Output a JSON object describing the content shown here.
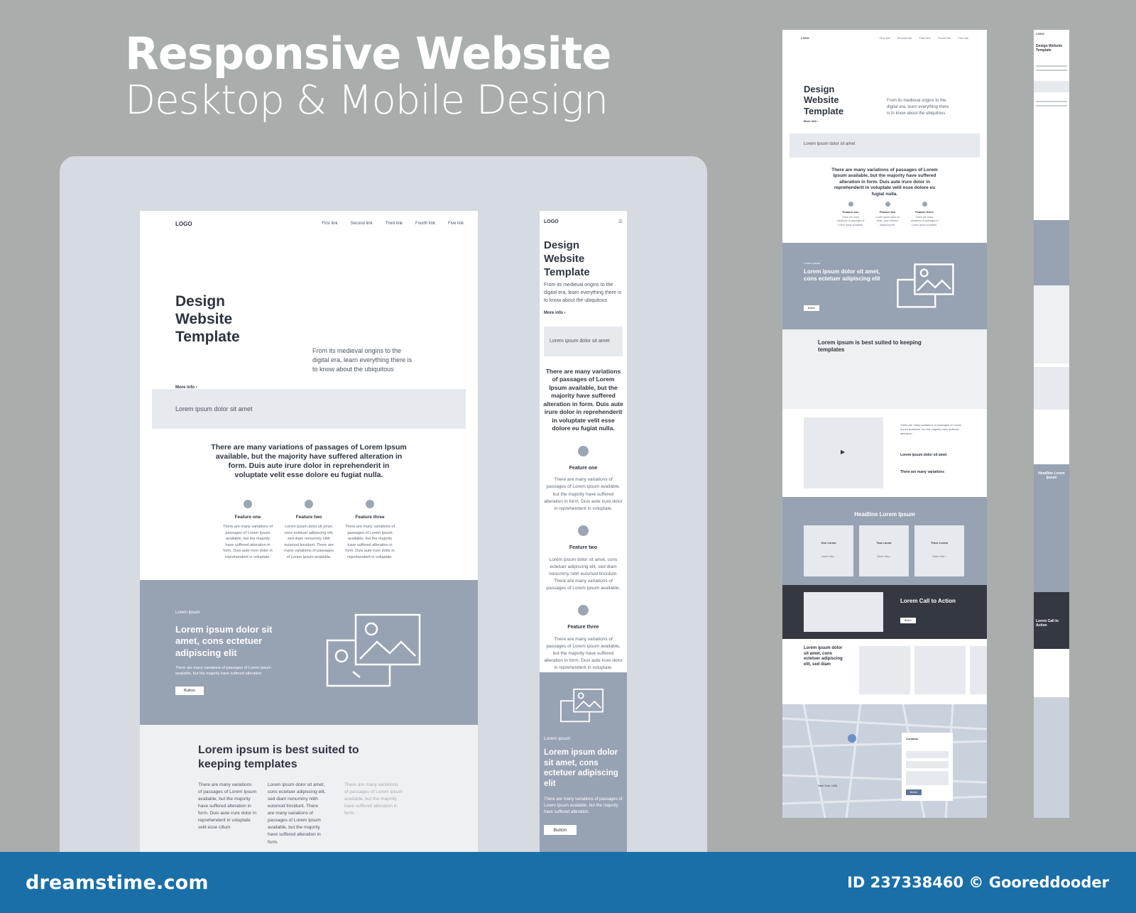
{
  "headline": {
    "title": "Responsive Website",
    "subtitle": "Desktop & Mobile Design"
  },
  "desktop": {
    "logo": "LOGO",
    "nav_links": [
      "First link",
      "Second link",
      "Third link",
      "Fourth link",
      "Five link"
    ],
    "hero_title": "Design Website Template",
    "hero_text": "From its medieval origins to the digital era, learn everything there is to know about the ubiquitous",
    "more_info": "More info ›",
    "bar_text": "Lorem ipsum dolor sit amet",
    "intro": "There are many variations of passages of Lorem Ipsum available, but the majority have suffered alteration in form. Duis aute irure dolor in reprehenderit in voluptate velit esse dolore eu fugiat nulla.",
    "features": [
      {
        "title": "Feature one",
        "text": "There are many variations of passages of Lorem Ipsum available, but the majority have suffered alteration in form. Duis aute irure dolor in reprehenderit in voluptate."
      },
      {
        "title": "Feature two",
        "text": "Lorem ipsum dolor sit amet, cons ectetuer adipiscing elit, sed diam nonummy nibh euismod tincidunt. There are many variations of passages of Lorem Ipsum available."
      },
      {
        "title": "Feature three",
        "text": "There are many variations of passages of Lorem Ipsum available, but the majority have suffered alteration in form. Duis aute irure dolor in reprehenderit in voluptate."
      }
    ],
    "band_small": "Lorem ipsum",
    "band_title": "Lorem ipsum dolor sit amet, cons ectetuer adipiscing elit",
    "band_text": "There are many variations of passages of Lorem Ipsum available, but the majority have suffered alteration.",
    "band_button": "Button",
    "lower_title": "Lorem ipsum is best suited to keeping templates",
    "lower_cols": [
      "There are many variations of passages of Lorem Ipsum available, but the majority have suffered alteration in form. Duis aute irure dolor in reprehenderit in voluptate velit esse cillum",
      "Lorem ipsum dolor sit amet, cons ectetuer adipiscing elit, sed diam nonummy nibh euismod tincidunt. There are many variations of passages of Lorem Ipsum available, but the majority have suffered alteration in form.",
      "There are many variations of passages of Lorem Ipsum available, but the majority have suffered alteration in form."
    ]
  },
  "mobile": {
    "logo": "LOGO",
    "menu_icon": "☰",
    "hero_title": "Design Website Template",
    "hero_text": "From its medieval origins to the digital era, learn everything there is to know about the ubiquitous",
    "more_info": "More info ›",
    "bar_text": "Lorem ipsum dolor sit amet",
    "intro": "There are many variations of passages of Lorem Ipsum available, but the majority have suffered alteration in form. Duis aute irure dolor in reprehenderit in voluptate velit esse dolore eu fugiat nulla.",
    "features": [
      {
        "title": "Feature one",
        "text": "There are many variations of passages of Lorem Ipsum available, but the majority have suffered alteration in form. Duis aute irure dolor in reprehenderit in voluptate."
      },
      {
        "title": "Feature two",
        "text": "Lorem ipsum dolor sit amet, cons ectetuer adipiscing elit, sed diam nonummy nibh euismod tincidunt. There are many variations of passages of Lorem Ipsum available."
      },
      {
        "title": "Feature three",
        "text": "There are many variations of passages of Lorem Ipsum available, but the majority have suffered alteration in form. Duis aute irure dolor in reprehenderit in voluptate."
      }
    ],
    "band_small": "Lorem ipsum",
    "band_title": "Lorem ipsum dolor sit amet, cons ectetuer adipiscing elit",
    "band_text": "There are many variations of passages of Lorem Ipsum available, but the majority have suffered alteration.",
    "band_button": "Button"
  },
  "thumb": {
    "logo": "LOGO",
    "nav_links": [
      "First link",
      "Second link",
      "Third link",
      "Fourth link",
      "Five link"
    ],
    "hero_title": "Design Website Template",
    "hero_text": "From its medieval origins to the digital era, learn everything there is to know about the ubiquitous",
    "more_info": "More info ›",
    "bar_text": "Lorem ipsum dolor sit amet",
    "intro": "There are many variations of passages of Lorem Ipsum available, but the majority have suffered alteration in form. Duis aute irure dolor in reprehenderit in voluptate velit esse dolore eu fugiat nulla.",
    "features": [
      {
        "title": "Feature one",
        "text": "There are many variations of passages of Lorem Ipsum available."
      },
      {
        "title": "Feature two",
        "text": "Lorem ipsum dolor sit amet, cons ectetuer adipiscing elit."
      },
      {
        "title": "Feature three",
        "text": "There are many variations of passages of Lorem Ipsum available."
      }
    ],
    "band_small": "Lorem ipsum",
    "band_title": "Lorem ipsum dolor sit amet, cons ectetuer adipiscing elit",
    "band_button": "Button",
    "lower_title": "Lorem ipsum is best suited to keeping templates",
    "video_lines": [
      "There are many variations of passages of Lorem Ipsum available, but the majority have suffered alteration.",
      "Lorem ipsum dolor sit amet",
      "There are many variations"
    ],
    "cards_headline": "Headline Lorem Ipsum",
    "cards": [
      {
        "title": "One Lorem",
        "more": "More Info ›"
      },
      {
        "title": "Two Lorem",
        "more": "More Info ›"
      },
      {
        "title": "Three Lorem",
        "more": "More Info ›"
      }
    ],
    "cta_title": "Lorem Call to Action",
    "cta_button": "Button",
    "gallery_title": "Lorem ipsum dolor sit amet, cons ectetuer adipiscing elit, sed diam",
    "contacts_title": "Contacts",
    "contacts_button": "Button",
    "footer_city": "New York, USA"
  },
  "thumb2": {
    "logo": "LOGO",
    "hero_title": "Design Website Template",
    "headline": "Headline Lorem Ipsum",
    "cta_title": "Lorem Call to Action"
  },
  "footer": {
    "brand": "dreamstime.com",
    "credit": "ID 237338460 © Gooreddooder"
  },
  "colors": {
    "background": "#a9adab",
    "band": "#97a2b3",
    "footer": "#1a6fa8",
    "dark": "#343941"
  }
}
